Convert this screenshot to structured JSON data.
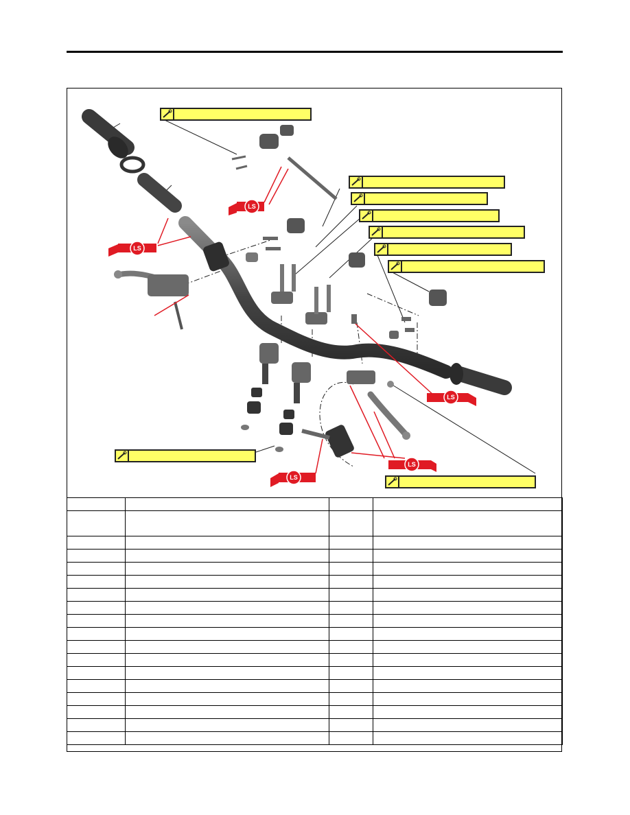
{
  "torque_boxes": [
    {
      "name": "torque-box-1",
      "text": ""
    },
    {
      "name": "torque-box-2",
      "text": ""
    },
    {
      "name": "torque-box-3",
      "text": ""
    },
    {
      "name": "torque-box-4",
      "text": ""
    },
    {
      "name": "torque-box-5",
      "text": ""
    },
    {
      "name": "torque-box-6",
      "text": ""
    },
    {
      "name": "torque-box-7",
      "text": ""
    },
    {
      "name": "torque-box-8",
      "text": ""
    },
    {
      "name": "torque-box-9",
      "text": ""
    }
  ],
  "ls_labels": [
    "LS",
    "LS",
    "LS",
    "LS",
    "LS"
  ],
  "icons": {
    "torque": "torque-wrench-icon",
    "lubricant": "lithium-soap-grease-icon"
  },
  "colors": {
    "torque_fill": "#ffff66",
    "ls_red": "#e01b24",
    "part_gray": "#555555",
    "border": "#000000"
  },
  "table": {
    "rows": [
      [
        "",
        "",
        "",
        ""
      ],
      [
        "",
        "",
        "",
        ""
      ],
      [
        "",
        "",
        "",
        ""
      ],
      [
        "",
        "",
        "",
        ""
      ],
      [
        "",
        "",
        "",
        ""
      ],
      [
        "",
        "",
        "",
        ""
      ],
      [
        "",
        "",
        "",
        ""
      ],
      [
        "",
        "",
        "",
        ""
      ],
      [
        "",
        "",
        "",
        ""
      ],
      [
        "",
        "",
        "",
        ""
      ],
      [
        "",
        "",
        "",
        ""
      ],
      [
        "",
        "",
        "",
        ""
      ],
      [
        "",
        "",
        "",
        ""
      ],
      [
        "",
        "",
        "",
        ""
      ],
      [
        "",
        "",
        "",
        ""
      ],
      [
        "",
        "",
        "",
        ""
      ],
      [
        "",
        "",
        "",
        ""
      ],
      [
        "",
        "",
        "",
        ""
      ]
    ]
  }
}
